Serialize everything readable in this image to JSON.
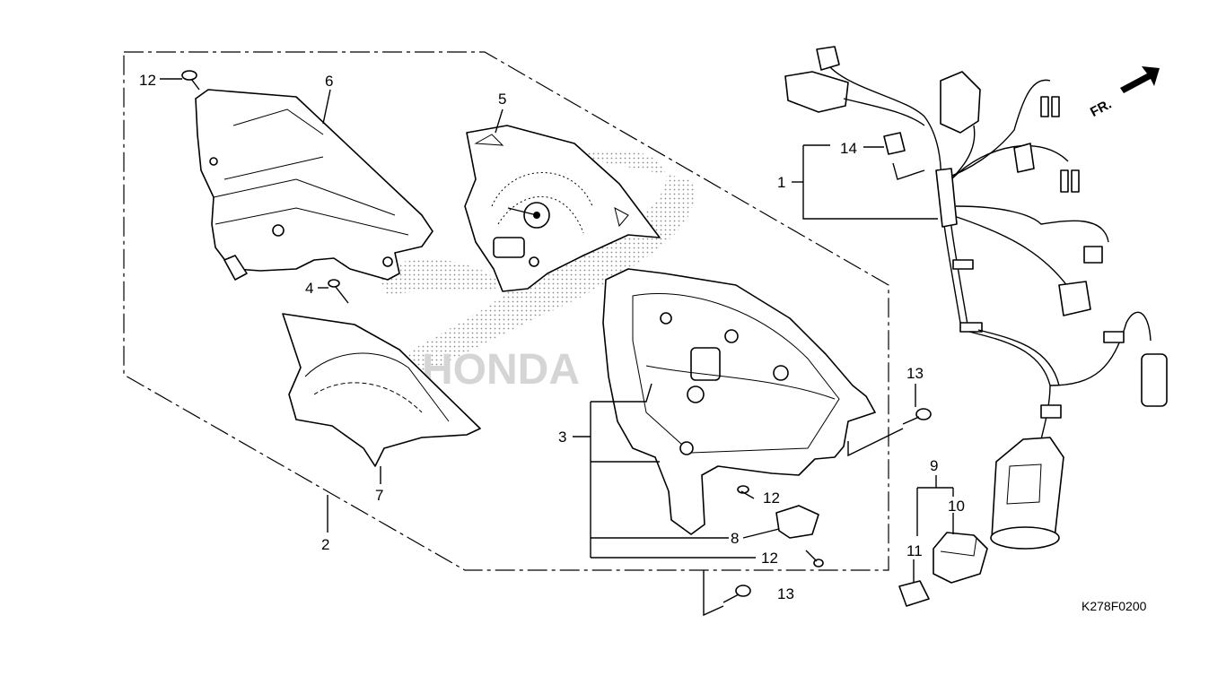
{
  "diagram": {
    "drawing_code": "K278F0200",
    "direction_label": "FR.",
    "watermark_text": "HONDA",
    "callouts": [
      {
        "id": "c12a",
        "label": "12"
      },
      {
        "id": "c6",
        "label": "6"
      },
      {
        "id": "c5",
        "label": "5"
      },
      {
        "id": "c14",
        "label": "14"
      },
      {
        "id": "c1",
        "label": "1"
      },
      {
        "id": "c4",
        "label": "4"
      },
      {
        "id": "c3",
        "label": "3"
      },
      {
        "id": "c7",
        "label": "7"
      },
      {
        "id": "c2",
        "label": "2"
      },
      {
        "id": "c13a",
        "label": "13"
      },
      {
        "id": "c12b",
        "label": "12"
      },
      {
        "id": "c8",
        "label": "8"
      },
      {
        "id": "c12c",
        "label": "12"
      },
      {
        "id": "c13b",
        "label": "13"
      },
      {
        "id": "c9",
        "label": "9"
      },
      {
        "id": "c10",
        "label": "10"
      },
      {
        "id": "c11",
        "label": "11"
      }
    ]
  }
}
